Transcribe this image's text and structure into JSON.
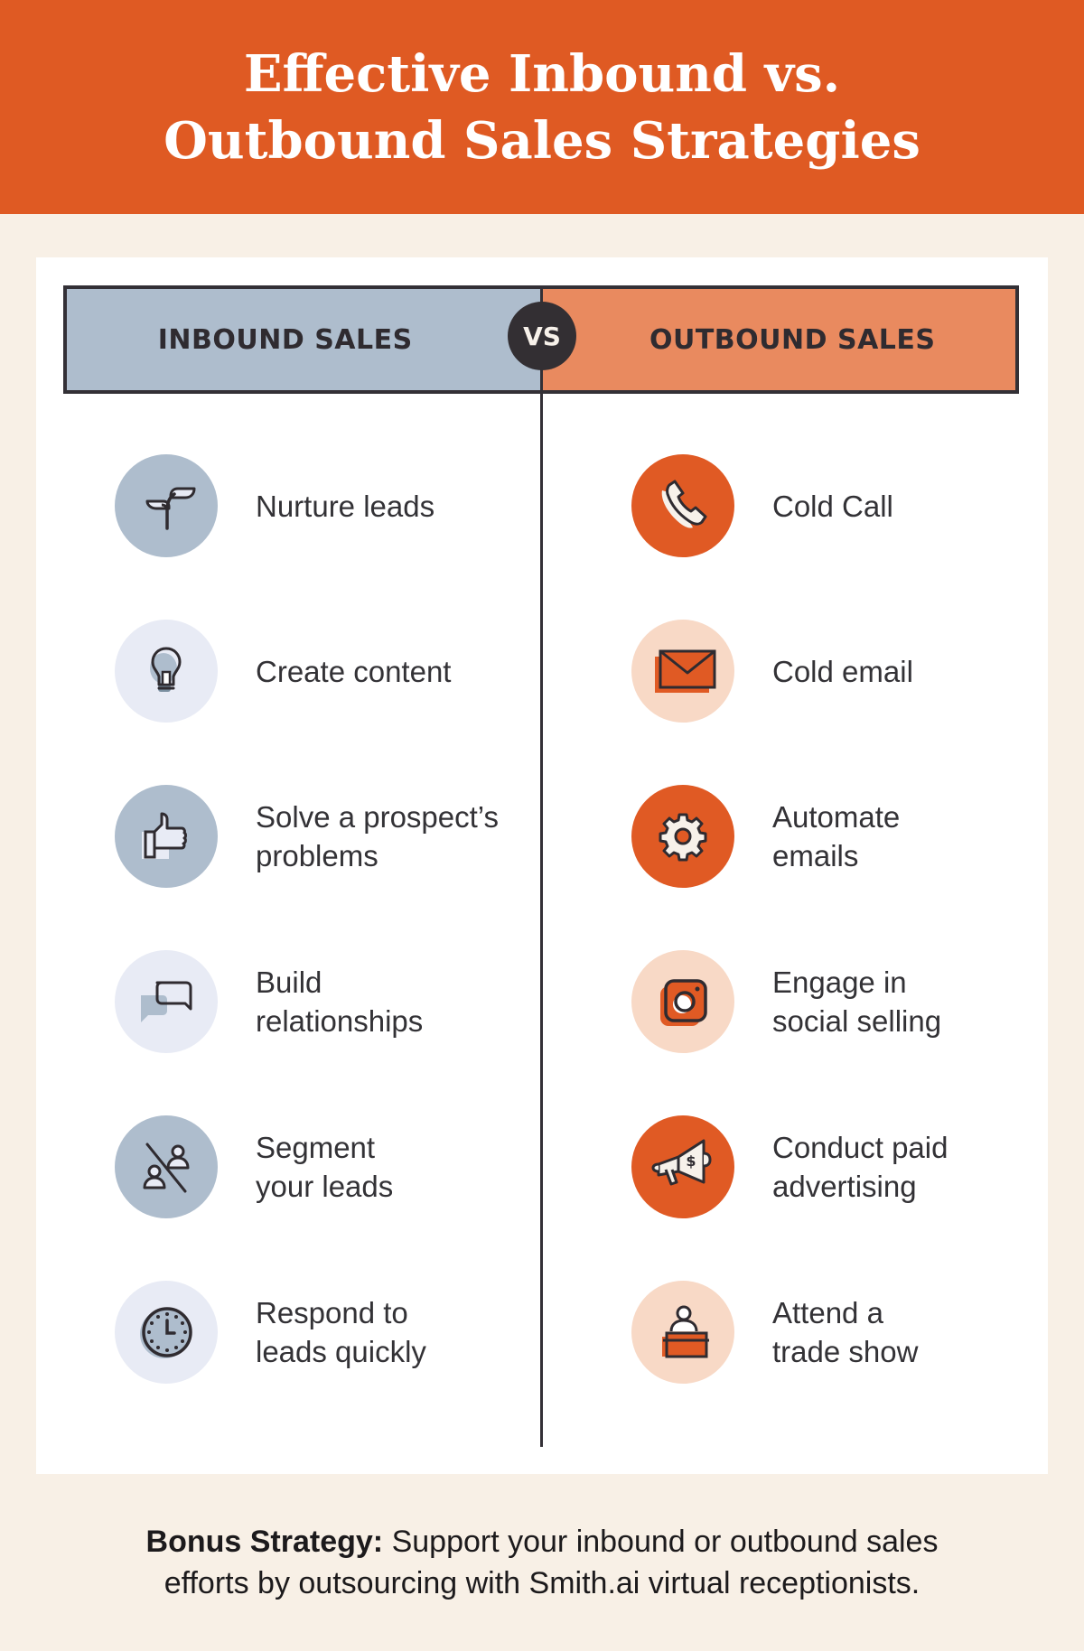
{
  "title": {
    "line1": "Effective Inbound vs.",
    "line2": "Outbound Sales Strategies"
  },
  "header": {
    "left_label": "INBOUND SALES",
    "vs_label": "VS",
    "right_label": "OUTBOUND SALES"
  },
  "colors": {
    "brand_orange": "#DF5A23",
    "inbound_blue": "#AEBDCD",
    "outbound_orange": "#E98A5F",
    "lavender": "#E8EBF5",
    "peach": "#F8D9C6",
    "dark": "#332F33",
    "background": "#F8F0E6"
  },
  "inbound": [
    {
      "icon": "sprout-icon",
      "label": "Nurture leads"
    },
    {
      "icon": "lightbulb-icon",
      "label": "Create content"
    },
    {
      "icon": "thumbs-up-icon",
      "label": "Solve a prospect's problems"
    },
    {
      "icon": "chat-bubbles-icon",
      "label": "Build relationships"
    },
    {
      "icon": "segment-users-icon",
      "label": "Segment your leads"
    },
    {
      "icon": "clock-icon",
      "label": "Respond to leads quickly"
    }
  ],
  "outbound": [
    {
      "icon": "phone-icon",
      "label": "Cold Call"
    },
    {
      "icon": "envelope-icon",
      "label": "Cold email"
    },
    {
      "icon": "gear-icon",
      "label": "Automate emails"
    },
    {
      "icon": "instagram-icon",
      "label": "Engage in social selling"
    },
    {
      "icon": "megaphone-dollar-icon",
      "label": "Conduct paid advertising"
    },
    {
      "icon": "podium-speaker-icon",
      "label": "Attend a trade show"
    }
  ],
  "inbound_lines": [
    [
      "Nurture leads"
    ],
    [
      "Create content"
    ],
    [
      "Solve a prospect’s",
      "problems"
    ],
    [
      "Build",
      "relationships"
    ],
    [
      "Segment",
      "your leads"
    ],
    [
      "Respond to",
      "leads quickly"
    ]
  ],
  "outbound_lines": [
    [
      "Cold Call"
    ],
    [
      "Cold email"
    ],
    [
      "Automate",
      "emails"
    ],
    [
      "Engage in",
      "social selling"
    ],
    [
      "Conduct paid",
      "advertising"
    ],
    [
      "Attend a",
      "trade show"
    ]
  ],
  "bonus": {
    "bold_lead": "Bonus Strategy:",
    "line1_rest": " Support your inbound or outbound sales",
    "line2": "efforts by outsourcing with Smith.ai virtual receptionists."
  }
}
